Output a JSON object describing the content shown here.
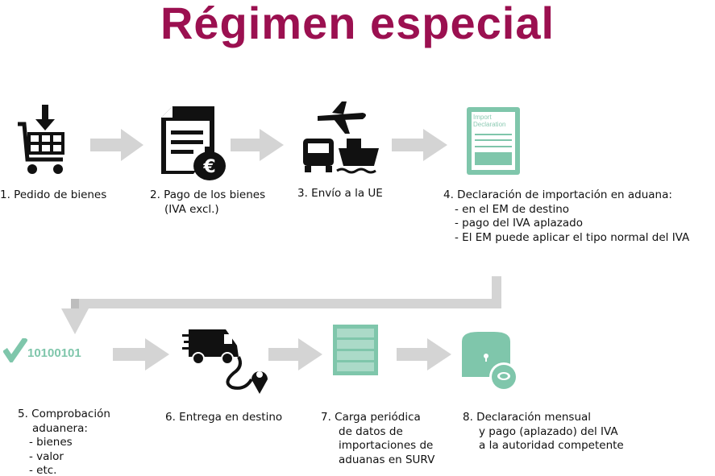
{
  "title": "Régimen especial",
  "colors": {
    "title": "#9b1050",
    "accent": "#7fc6ab",
    "arrow": "#d4d4d4",
    "icon": "#111111"
  },
  "icon_text": {
    "import_declaration_line1": "Import",
    "import_declaration_line2": "Declaration",
    "binary": "10100101"
  },
  "steps": [
    {
      "label": "1. Pedido de bienes",
      "icon": "shopping-cart-icon"
    },
    {
      "label": "2. Pago de los bienes",
      "sub": [
        "(IVA excl.)"
      ],
      "icon": "invoice-money-bag-icon"
    },
    {
      "label": "3. Envío a la UE",
      "icon": "transport-icon"
    },
    {
      "label": "4. Declaración de importación en aduana:",
      "sub": [
        "- en el EM de destino",
        "- pago del IVA aplazado",
        "- El EM puede aplicar el tipo normal del IVA"
      ],
      "icon": "import-declaration-icon"
    },
    {
      "label": "5. Comprobación",
      "sub": [
        "aduanera:",
        "- bienes",
        "- valor",
        "- etc."
      ],
      "icon": "check-binary-icon"
    },
    {
      "label": "6. Entrega en destino",
      "icon": "delivery-van-icon"
    },
    {
      "label": "7. Carga periódica",
      "sub": [
        "de datos de",
        "importaciones de",
        "aduanas en SURV"
      ],
      "icon": "server-icon"
    },
    {
      "label": "8. Declaración mensual",
      "sub": [
        "y pago (aplazado) del IVA",
        "a la autoridad competente"
      ],
      "icon": "treasury-icon"
    }
  ]
}
